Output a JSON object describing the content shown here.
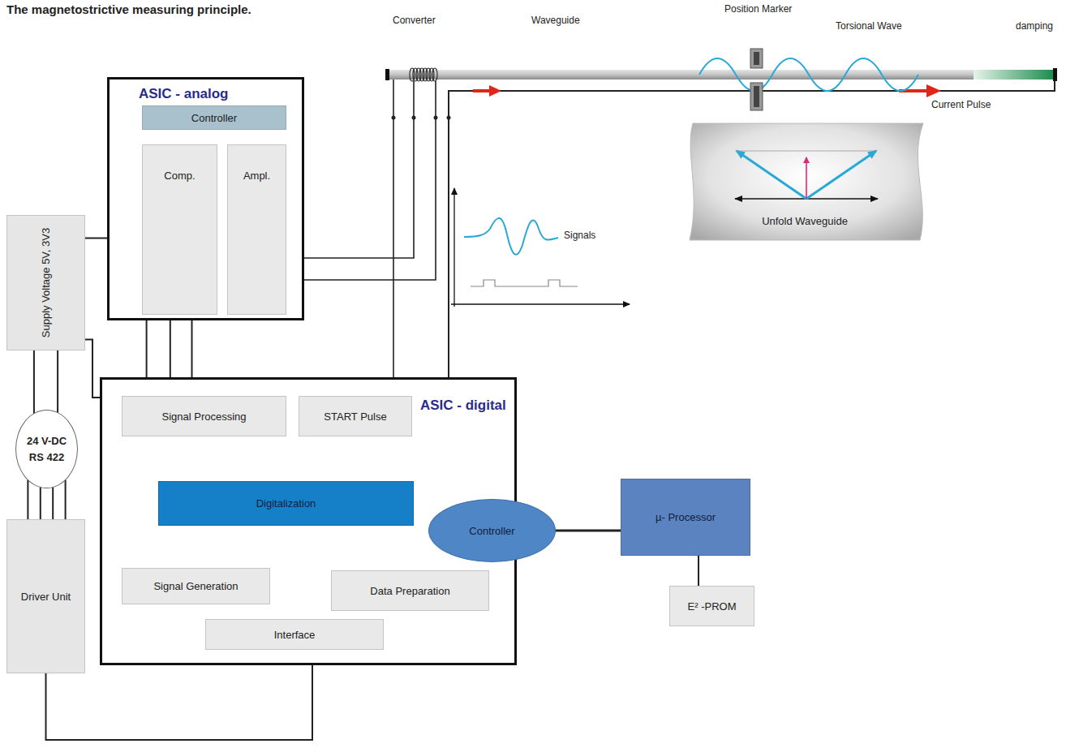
{
  "diagram": {
    "title": "The magnetostrictive measuring principle.",
    "nodes": [
      {
        "text": [
          "ASIC - analog"
        ]
      },
      {
        "text": [
          "Controller"
        ],
        "in": 0
      },
      {
        "text": [
          "Comp."
        ],
        "in": 0
      },
      {
        "text": [
          "Ampl."
        ],
        "in": 0
      },
      {
        "text": [
          "Supply Voltage 5V, 3V3"
        ]
      },
      {
        "text": [
          "ASIC - digital"
        ]
      },
      {
        "text": [
          "Signal Processing"
        ],
        "in": 5
      },
      {
        "text": [
          "START Pulse"
        ],
        "in": 5
      },
      {
        "text": [
          "Digitalization"
        ],
        "in": 5
      },
      {
        "text": [
          "Controller"
        ],
        "in": 5
      },
      {
        "text": [
          "Signal Generation"
        ],
        "in": 5
      },
      {
        "text": [
          "Data Preparation"
        ],
        "in": 5
      },
      {
        "text": [
          "Interface"
        ],
        "in": 5
      },
      {
        "text": [
          "24 V-DC",
          "RS 422"
        ]
      },
      {
        "text": [
          "Driver Unit"
        ]
      },
      {
        "text": [
          "µ- Processor"
        ]
      },
      {
        "text": [
          "E² -PROM"
        ]
      },
      {
        "text": [
          "Unfold Waveguide"
        ]
      }
    ],
    "edges": [
      {
        "from": 1,
        "to": 2,
        "arrow": "none"
      },
      {
        "from": 1,
        "to": 3,
        "arrow": "none"
      },
      {
        "from": 2,
        "to": 3,
        "arrow": "none"
      },
      {
        "from": 4,
        "to": 0,
        "arrow": "none"
      },
      {
        "from": 4,
        "to": 5,
        "arrow": "none"
      },
      {
        "from": 4,
        "to": 13,
        "arrow": "none"
      },
      {
        "from": 4,
        "to": 13,
        "arrow": "none"
      },
      {
        "from": 13,
        "to": 14,
        "arrow": "none"
      },
      {
        "from": 13,
        "to": 14,
        "arrow": "none"
      },
      {
        "from": 13,
        "to": 14,
        "arrow": "none"
      },
      {
        "from": 13,
        "to": 14,
        "arrow": "none"
      },
      {
        "from": 14,
        "to": 12,
        "arrow": "none"
      },
      {
        "from": 0,
        "to": 5,
        "arrow": "none"
      },
      {
        "from": 0,
        "to": 5,
        "arrow": "none"
      },
      {
        "from": 0,
        "to": 5,
        "arrow": "none"
      },
      {
        "from": 6,
        "to": 7,
        "arrow": "none"
      },
      {
        "from": 6,
        "to": 8,
        "arrow": "none"
      },
      {
        "from": 8,
        "to": 10,
        "arrow": "none"
      },
      {
        "from": 10,
        "to": 12,
        "arrow": "none"
      },
      {
        "from": 7,
        "to": 11,
        "arrow": "none"
      },
      {
        "from": 11,
        "to": 12,
        "arrow": "none"
      },
      {
        "from": 9,
        "to": 6,
        "arrow": "none"
      },
      {
        "from": 9,
        "to": 7,
        "arrow": "none"
      },
      {
        "from": 9,
        "to": 8,
        "arrow": "none"
      },
      {
        "from": 9,
        "to": 8,
        "arrow": "none"
      },
      {
        "from": 9,
        "to": 10,
        "arrow": "none"
      },
      {
        "from": 9,
        "to": 11,
        "arrow": "none"
      },
      {
        "from": 9,
        "to": 11,
        "arrow": "none"
      },
      {
        "from": 11,
        "to": 12,
        "arrow": "none"
      },
      {
        "from": 9,
        "to": 15,
        "arrow": "none"
      },
      {
        "from": 15,
        "to": 16,
        "arrow": "none"
      }
    ],
    "labels": [
      "Converter",
      "Waveguide",
      "Position Marker",
      "Torsional Wave",
      "damping",
      "Current Pulse",
      "Signals"
    ]
  }
}
